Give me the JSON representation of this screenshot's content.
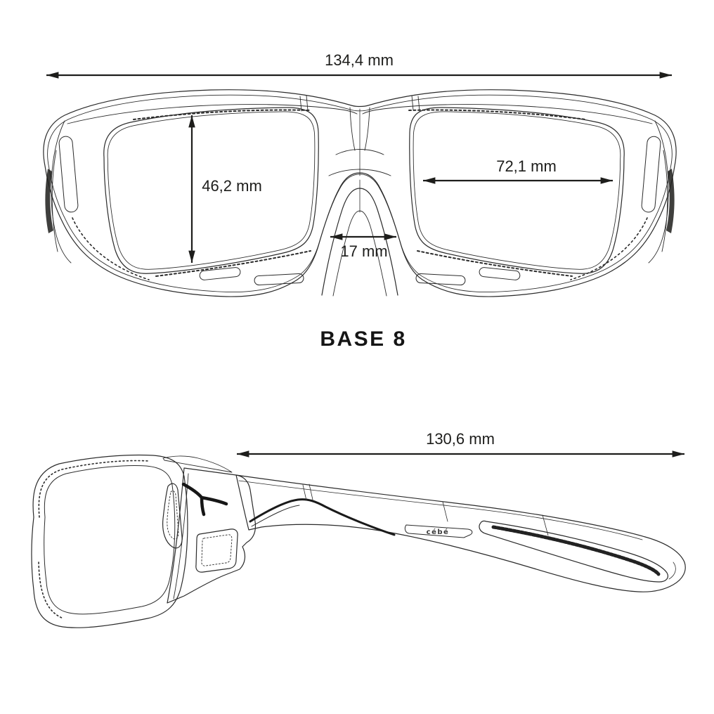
{
  "page": {
    "description": "Technical dimensions diagram of wraparound sport sunglasses, front view and side view",
    "background_color": "#ffffff",
    "ink_color": "#1d1d1b",
    "line_art_color": "#2b2b2b"
  },
  "product": {
    "base_curve_label": "BASE 8",
    "brand_logo": "cébé"
  },
  "front_view": {
    "view_name": "front-view",
    "dim_total_width": "134,4 mm",
    "dim_lens_height": "46,2 mm",
    "dim_lens_width": "72,1 mm",
    "dim_bridge_width": "17 mm"
  },
  "side_view": {
    "view_name": "side-view",
    "dim_temple_length": "130,6 mm"
  }
}
